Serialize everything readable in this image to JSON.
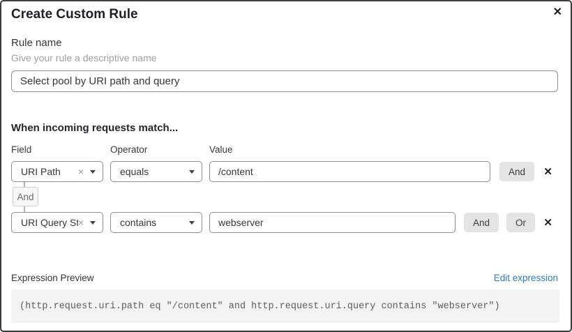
{
  "dialog": {
    "title": "Create Custom Rule"
  },
  "icons": {
    "close": "✕",
    "clear": "×",
    "remove_row": "✕"
  },
  "rule_name": {
    "label": "Rule name",
    "hint": "Give your rule a descriptive name",
    "value": "Select pool by URI path and query"
  },
  "match": {
    "heading": "When incoming requests match...",
    "columns": {
      "field": "Field",
      "operator": "Operator",
      "value": "Value"
    },
    "connector": "And",
    "rows": [
      {
        "field": "URI Path",
        "operator": "equals",
        "value": "/content",
        "and_button": "And"
      },
      {
        "field": "URI Query St...",
        "operator": "contains",
        "value": "webserver",
        "and_button": "And",
        "or_button": "Or"
      }
    ]
  },
  "preview": {
    "label": "Expression Preview",
    "edit_link": "Edit expression",
    "expression": "(http.request.uri.path eq \"/content\" and http.request.uri.query contains \"webserver\")"
  },
  "colors": {
    "link": "#2f7bbf",
    "button_bg": "#e4e4e4",
    "control_border": "#8e8e8e",
    "code_bg": "#f3f3f3",
    "connector_bg": "#f7f7f7"
  }
}
